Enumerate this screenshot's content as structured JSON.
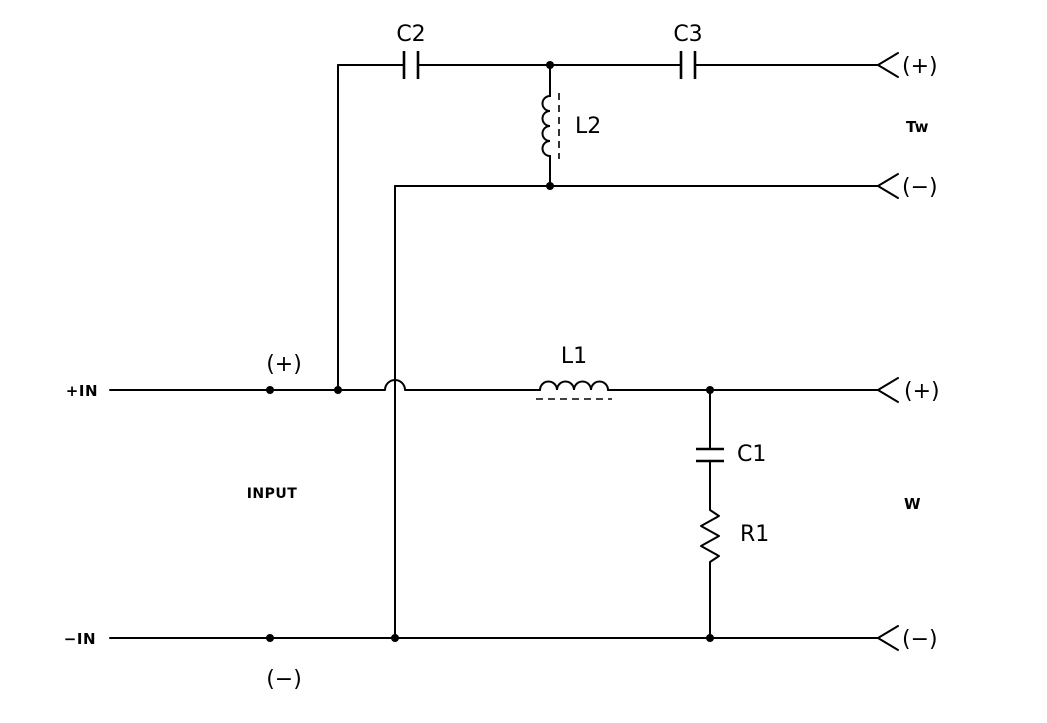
{
  "schematic": {
    "input": {
      "positive_terminal": "+IN",
      "positive_polarity": "(+)",
      "section_label": "INPUT",
      "negative_terminal": "−IN",
      "negative_polarity": "(−)"
    },
    "components": {
      "c2": "C2",
      "c3": "C3",
      "l2": "L2",
      "l1": "L1",
      "c1": "C1",
      "r1": "R1"
    },
    "tweeter_output": {
      "label": "Tw",
      "positive": "(+)",
      "negative": "(−)"
    },
    "woofer_output": {
      "label": "W",
      "positive": "(+)",
      "negative": "(−)"
    }
  }
}
